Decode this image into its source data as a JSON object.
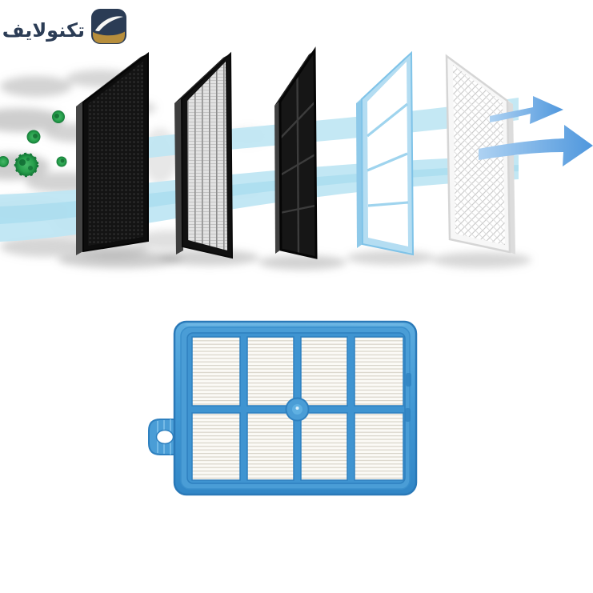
{
  "brand": {
    "wordmark": "تكنولايف",
    "mark_icon": "technolife-swoosh-icon"
  },
  "colors": {
    "brand_navy": "#2b3c55",
    "brand_gold": "#b78e3c",
    "airflow_blue": "#bfe6f3",
    "airflow_blue_deep": "#9fd8ec",
    "arrow_blue": "#4f97dd",
    "germ_green": "#27a04c",
    "smoke_gray": "#b0b0b0",
    "carbon_black": "#161616",
    "product_frame_blue": "#4a9dd6",
    "product_frame_edge": "#2e80bf",
    "pleat_white": "#fbfaf6"
  },
  "illustration": {
    "stage_icons": [
      "carbon-honeycomb-filter-icon",
      "pleated-hepa-filter-icon",
      "black-grid-prefilter-icon",
      "electrostatic-glow-filter-icon",
      "white-mesh-filter-icon"
    ],
    "germ_particle_count": 5,
    "airflow_arrow_count": 2
  },
  "product": {
    "kind": "hepa-filter-cartridge",
    "grid_cols": 4,
    "grid_rows": 2
  }
}
